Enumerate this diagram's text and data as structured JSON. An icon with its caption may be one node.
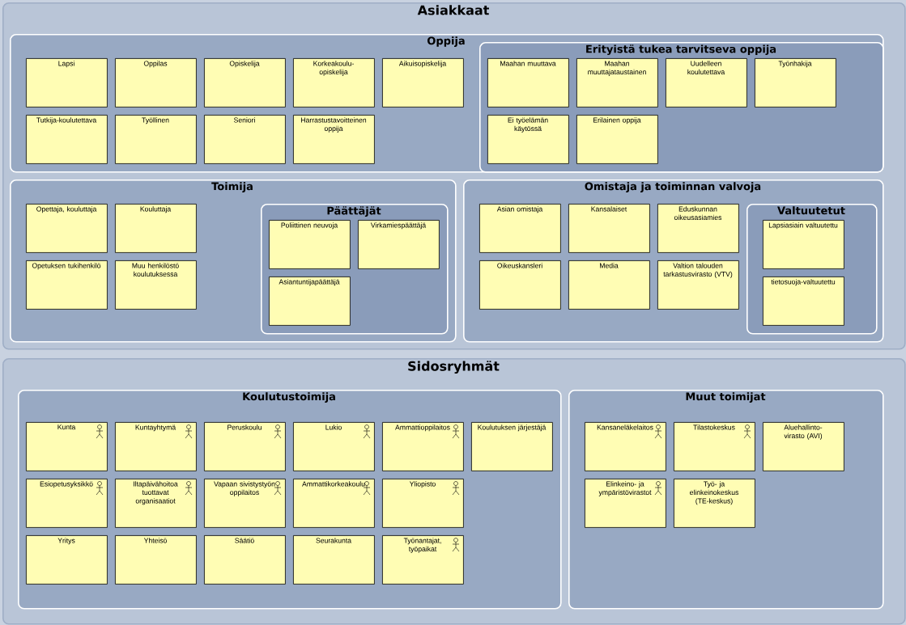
{
  "diagram": {
    "nodes": [
      {
        "text": [
          "Asiakkaat"
        ]
      },
      {
        "text": [
          "Oppija"
        ],
        "in": 0
      },
      {
        "text": [
          "Lapsi"
        ],
        "in": 1
      },
      {
        "text": [
          "Oppilas"
        ],
        "in": 1
      },
      {
        "text": [
          "Opiskelija"
        ],
        "in": 1
      },
      {
        "text": [
          "Korkeakoulu-opiskelija"
        ],
        "in": 1
      },
      {
        "text": [
          "Aikuisopiskelija"
        ],
        "in": 1
      },
      {
        "text": [
          "Tutkija-koulutettava"
        ],
        "in": 1
      },
      {
        "text": [
          "Työllinen"
        ],
        "in": 1
      },
      {
        "text": [
          "Seniori"
        ],
        "in": 1
      },
      {
        "text": [
          "Harrastustavoitteinen oppija"
        ],
        "in": 1
      },
      {
        "text": [
          "Erityistä tukea tarvitseva oppija"
        ],
        "in": 1
      },
      {
        "text": [
          "Maahan muuttava"
        ],
        "in": 11
      },
      {
        "text": [
          "Maahan muuttajataustainen"
        ],
        "in": 11
      },
      {
        "text": [
          "Uudelleen koulutettava"
        ],
        "in": 11
      },
      {
        "text": [
          "Työnhakija"
        ],
        "in": 11
      },
      {
        "text": [
          "Ei työelämän käytössä"
        ],
        "in": 11
      },
      {
        "text": [
          "Erilainen oppija"
        ],
        "in": 11
      },
      {
        "text": [
          "Toimija"
        ],
        "in": 0
      },
      {
        "text": [
          "Opettaja, kouluttaja"
        ],
        "in": 18
      },
      {
        "text": [
          "Kouluttaja"
        ],
        "in": 18
      },
      {
        "text": [
          "Opetuksen tukihenkilö"
        ],
        "in": 18
      },
      {
        "text": [
          "Muu henkilöstö koulutuksessa"
        ],
        "in": 18
      },
      {
        "text": [
          "Päättäjät"
        ],
        "in": 18
      },
      {
        "text": [
          "Poliittinen neuvoja"
        ],
        "in": 23
      },
      {
        "text": [
          "Virkamiespäättäjä"
        ],
        "in": 23
      },
      {
        "text": [
          "Asiantuntijapäättäjä"
        ],
        "in": 23
      },
      {
        "text": [
          "Omistaja ja toiminnan valvoja"
        ],
        "in": 0
      },
      {
        "text": [
          "Asian omistaja"
        ],
        "in": 27
      },
      {
        "text": [
          "Kansalaiset"
        ],
        "in": 27
      },
      {
        "text": [
          "Eduskunnan oikeusasiamies"
        ],
        "in": 27
      },
      {
        "text": [
          "Oikeuskansleri"
        ],
        "in": 27
      },
      {
        "text": [
          "Media"
        ],
        "in": 27
      },
      {
        "text": [
          "Valtion talouden tarkastusvirasto (VTV)"
        ],
        "in": 27
      },
      {
        "text": [
          "Valtuutetut"
        ],
        "in": 27
      },
      {
        "text": [
          "Lapsiasiain valtuutettu"
        ],
        "in": 34
      },
      {
        "text": [
          "tietosuoja-valtuutettu"
        ],
        "in": 34
      },
      {
        "text": [
          "Sidosryhmät"
        ]
      },
      {
        "text": [
          "Koulutustoimija"
        ],
        "in": 37
      },
      {
        "text": [
          "Kunta"
        ],
        "in": 38
      },
      {
        "text": [
          "Kuntayhtymä"
        ],
        "in": 38
      },
      {
        "text": [
          "Peruskoulu"
        ],
        "in": 38
      },
      {
        "text": [
          "Lukio"
        ],
        "in": 38
      },
      {
        "text": [
          "Ammattioppilaitos"
        ],
        "in": 38
      },
      {
        "text": [
          "Koulutuksen järjestäjä"
        ],
        "in": 38
      },
      {
        "text": [
          "Esiopetusyksikkö"
        ],
        "in": 38
      },
      {
        "text": [
          "Iltapäivähoitoa tuottavat organisaatiot"
        ],
        "in": 38
      },
      {
        "text": [
          "Vapaan sivistystyön oppilaitos"
        ],
        "in": 38
      },
      {
        "text": [
          "Ammattikorkeakoulu"
        ],
        "in": 38
      },
      {
        "text": [
          "Yliopisto"
        ],
        "in": 38
      },
      {
        "text": [
          "Yritys"
        ],
        "in": 38
      },
      {
        "text": [
          "Yhteisö"
        ],
        "in": 38
      },
      {
        "text": [
          "Säätiö"
        ],
        "in": 38
      },
      {
        "text": [
          "Seurakunta"
        ],
        "in": 38
      },
      {
        "text": [
          "Työnantajat, työpaikat"
        ],
        "in": 38
      },
      {
        "text": [
          "Muut toimijat"
        ],
        "in": 37
      },
      {
        "text": [
          "Kansaneläkelaitos"
        ],
        "in": 55
      },
      {
        "text": [
          "Tilastokeskus"
        ],
        "in": 55
      },
      {
        "text": [
          "Aluehallinto- virasto (AVI)"
        ],
        "in": 55
      },
      {
        "text": [
          "Elinkeino- ja ympäristövirastot"
        ],
        "in": 55
      },
      {
        "text": [
          "Työ- ja elinkeinokeskus (TE-keskus)"
        ],
        "in": 55
      }
    ]
  }
}
